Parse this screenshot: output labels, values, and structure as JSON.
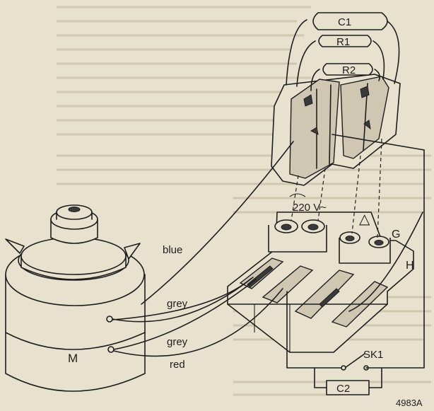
{
  "figure_id": "4983A",
  "labels": {
    "c1": "C1",
    "r1": "R1",
    "r2": "R2",
    "voltage": "220 V~",
    "warning_symbol": "△",
    "g": "G",
    "h": "H",
    "wire_blue": "blue",
    "wire_grey_1": "grey",
    "wire_grey_2": "grey",
    "wire_red": "red",
    "motor": "M",
    "switch": "SK1",
    "c2": "C2"
  }
}
